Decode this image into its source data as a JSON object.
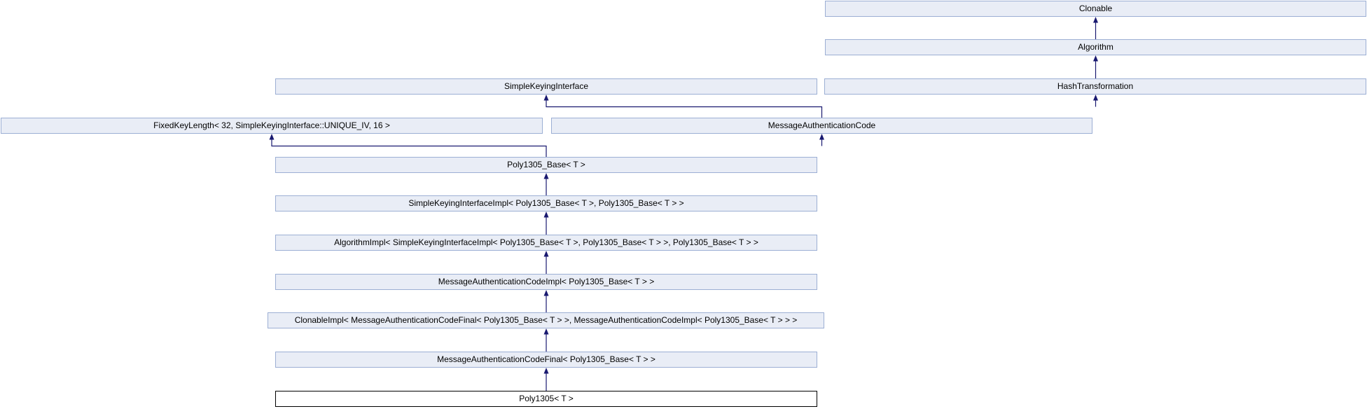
{
  "diagram": {
    "kind": "class-inheritance-graph",
    "colors": {
      "node_fill": "#E9EDF6",
      "node_border": "#9CAFD4",
      "current_node_fill": "#FFFFFF",
      "current_node_border": "#000000",
      "edge": "#191970",
      "text": "#000000",
      "background": "#FFFFFF"
    },
    "nodes": {
      "clonable": {
        "label": "Clonable"
      },
      "algorithm": {
        "label": "Algorithm"
      },
      "simple_keying_interface": {
        "label": "SimpleKeyingInterface"
      },
      "hash_transformation": {
        "label": "HashTransformation"
      },
      "fixed_key_length": {
        "label": "FixedKeyLength< 32, SimpleKeyingInterface::UNIQUE_IV, 16 >"
      },
      "message_authentication_code": {
        "label": "MessageAuthenticationCode"
      },
      "poly1305_base": {
        "label": "Poly1305_Base< T >"
      },
      "simple_keying_interface_impl": {
        "label": "SimpleKeyingInterfaceImpl< Poly1305_Base< T >, Poly1305_Base< T > >"
      },
      "algorithm_impl": {
        "label": "AlgorithmImpl< SimpleKeyingInterfaceImpl< Poly1305_Base< T >, Poly1305_Base< T > >, Poly1305_Base< T > >"
      },
      "message_authentication_code_impl": {
        "label": "MessageAuthenticationCodeImpl< Poly1305_Base< T > >"
      },
      "clonable_impl": {
        "label": "ClonableImpl< MessageAuthenticationCodeFinal< Poly1305_Base< T > >, MessageAuthenticationCodeImpl< Poly1305_Base< T > > >"
      },
      "message_authentication_code_final": {
        "label": "MessageAuthenticationCodeFinal< Poly1305_Base< T > >"
      },
      "poly1305": {
        "label": "Poly1305< T >",
        "current": true
      }
    },
    "edges": [
      {
        "from": "algorithm",
        "to": "clonable"
      },
      {
        "from": "hash_transformation",
        "to": "algorithm"
      },
      {
        "from": "message_authentication_code",
        "to": "simple_keying_interface"
      },
      {
        "from": "message_authentication_code",
        "to": "hash_transformation"
      },
      {
        "from": "poly1305_base",
        "to": "fixed_key_length"
      },
      {
        "from": "poly1305_base",
        "to": "message_authentication_code"
      },
      {
        "from": "simple_keying_interface_impl",
        "to": "poly1305_base"
      },
      {
        "from": "algorithm_impl",
        "to": "simple_keying_interface_impl"
      },
      {
        "from": "message_authentication_code_impl",
        "to": "algorithm_impl"
      },
      {
        "from": "clonable_impl",
        "to": "message_authentication_code_impl"
      },
      {
        "from": "message_authentication_code_final",
        "to": "clonable_impl"
      },
      {
        "from": "poly1305",
        "to": "message_authentication_code_final"
      }
    ]
  }
}
